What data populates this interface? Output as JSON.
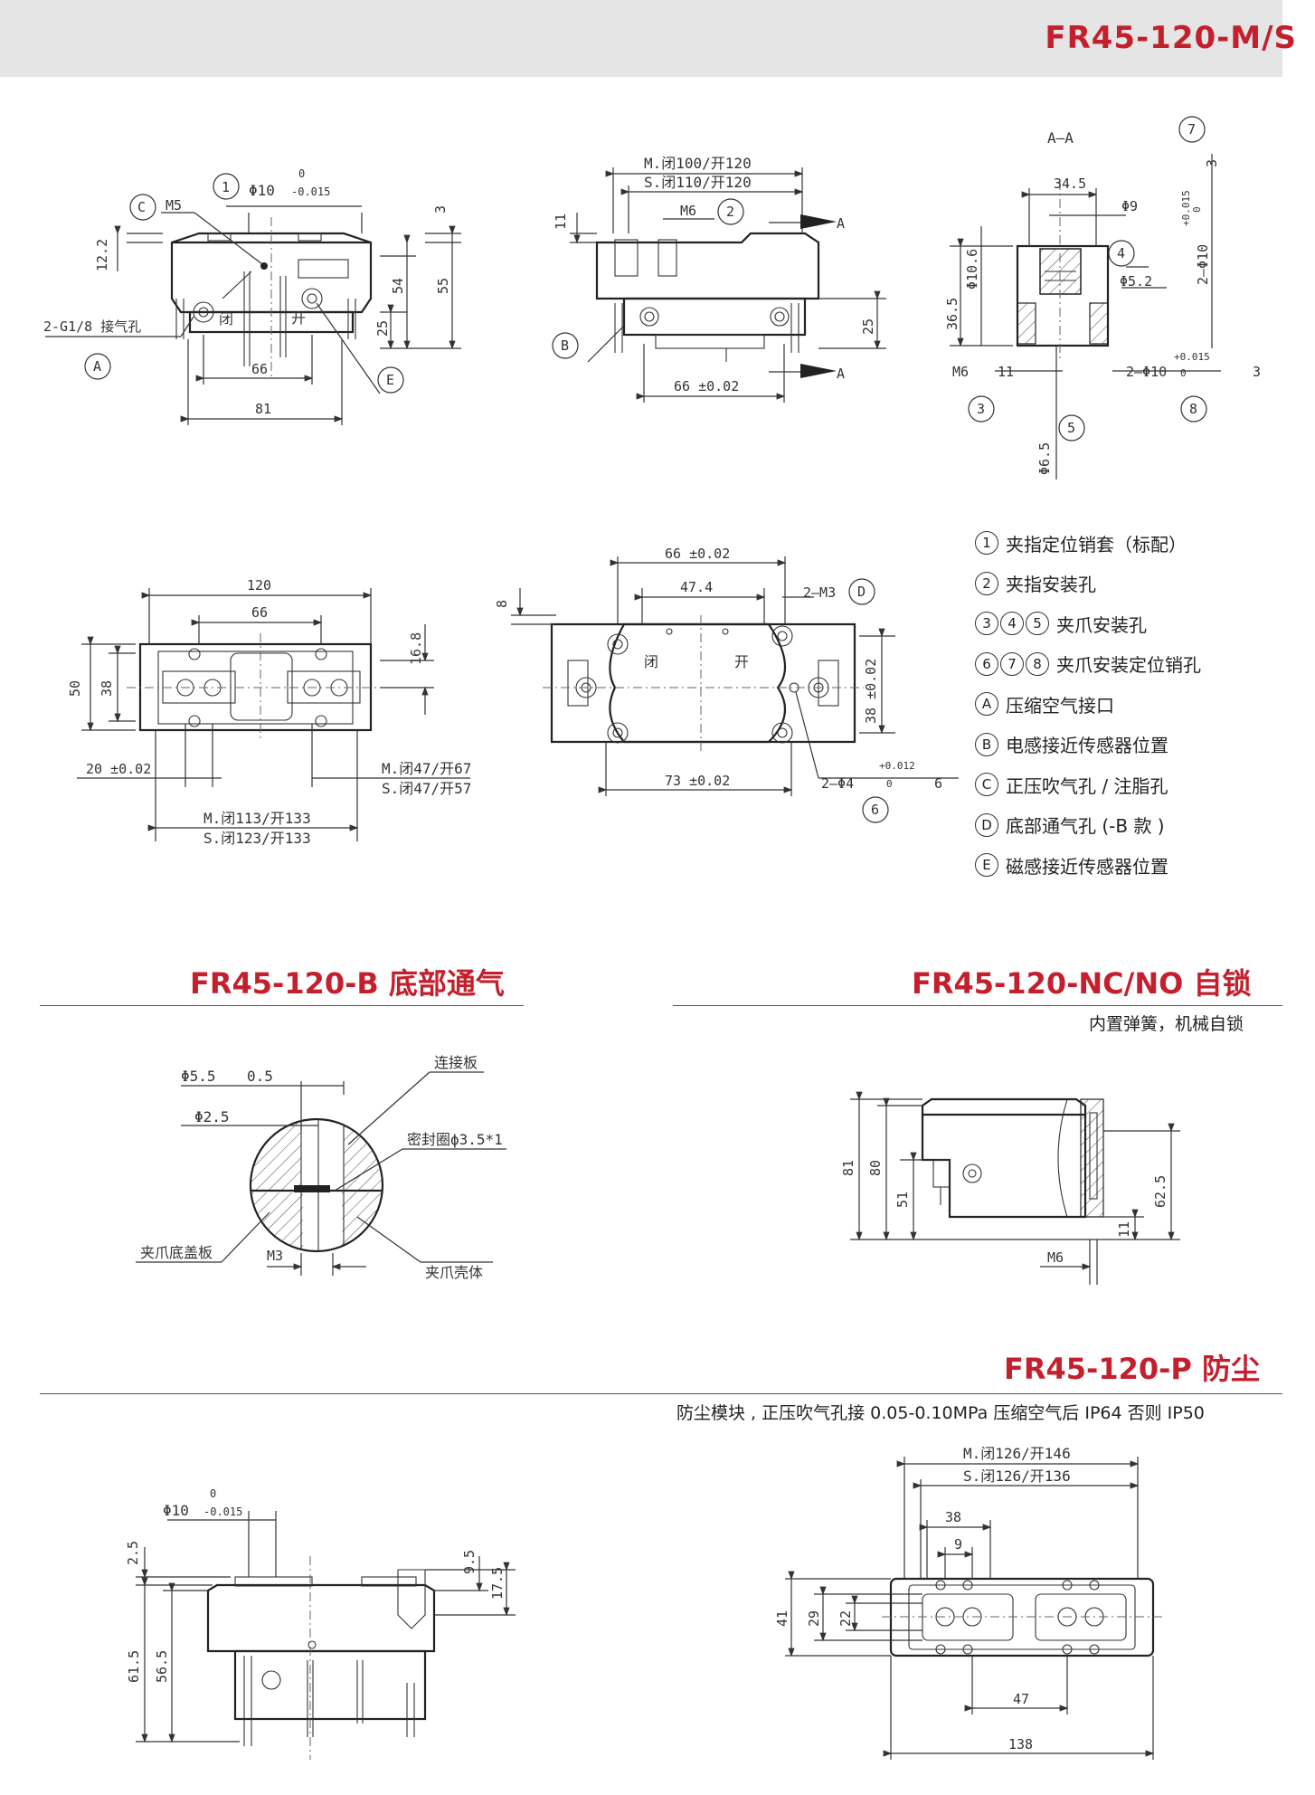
{
  "header": {
    "title": "FR45-120-M/S"
  },
  "legend": [
    {
      "badges": [
        "1"
      ],
      "text": "夹指定位销套（标配）"
    },
    {
      "badges": [
        "2"
      ],
      "text": "夹指安装孔"
    },
    {
      "badges": [
        "3",
        "4",
        "5"
      ],
      "text": "夹爪安装孔"
    },
    {
      "badges": [
        "6",
        "7",
        "8"
      ],
      "text": "夹爪安装定位销孔"
    },
    {
      "badges": [
        "A"
      ],
      "text": "压缩空气接口"
    },
    {
      "badges": [
        "B"
      ],
      "text": "电感接近传感器位置"
    },
    {
      "badges": [
        "C"
      ],
      "text": "正压吹气孔 / 注脂孔"
    },
    {
      "badges": [
        "D"
      ],
      "text": "底部通气孔 (-B 款 )"
    },
    {
      "badges": [
        "E"
      ],
      "text": "磁感接近传感器位置"
    }
  ],
  "sections": {
    "bottom_vent": {
      "title": "FR45-120-B 底部通气"
    },
    "self_lock": {
      "title": "FR45-120-NC/NO 自锁",
      "note": "内置弹簧，机械自锁"
    },
    "dustproof": {
      "title": "FR45-120-P 防尘",
      "note": "防尘模块 , 正压吹气孔接 0.05-0.10MPa 压缩空气后 IP64 否则 IP50"
    }
  },
  "drawings": {
    "front": {
      "labels": {
        "d1": "Φ10",
        "tol_up": "0",
        "tol_dn": "-0.015",
        "m5": "M5",
        "c": "C",
        "one": "1",
        "h12": "12.2",
        "h3": "3",
        "h54": "54",
        "h55": "55",
        "h25": "25",
        "port": "2-G1/8 接气孔",
        "a": "A",
        "w66": "66",
        "w81": "81",
        "e": "E",
        "closed": "闭",
        "open": "开"
      }
    },
    "side": {
      "labels": {
        "m_stroke": "M.闭100/开120",
        "s_stroke": "S.闭110/开120",
        "m6": "M6",
        "two": "2",
        "arrow_a": "A",
        "h11": "11",
        "h25": "25",
        "w66": "66 ±0.02",
        "b": "B"
      }
    },
    "section_aa": {
      "labels": {
        "title": "A—A",
        "w34": "34.5",
        "d9": "Φ9",
        "d106": "Φ10.6",
        "four": "4",
        "d52": "Φ5.2",
        "h365": "36.5",
        "m6": "M6",
        "depth11": "11",
        "seven": "7",
        "depth3": "3",
        "d10": "2—Φ10",
        "tol_up": "+0.015",
        "tol_dn": "0",
        "three": "3",
        "five": "5",
        "eight": "8",
        "d65": "Φ6.5"
      }
    },
    "top": {
      "labels": {
        "w120": "120",
        "w66": "66",
        "h50": "50",
        "h38": "38",
        "h168": "16.8",
        "w20": "20 ±0.02",
        "m_open": "M.闭47/开67",
        "s_open": "S.闭47/开57",
        "m_total": "M.闭113/开133",
        "s_total": "S.闭123/开133"
      }
    },
    "bottom": {
      "labels": {
        "w66": "66 ±0.02",
        "w474": "47.4",
        "m3": "2—M3",
        "d": "D",
        "h8": "8",
        "h38": "38 ±0.02",
        "w73": "73 ±0.02",
        "d4": "2—Φ4",
        "tol_up": "+0.012",
        "tol_dn": "0",
        "depth6": "6",
        "six": "6",
        "closed": "闭",
        "open": "开"
      }
    },
    "vent_detail": {
      "labels": {
        "d55": "Φ5.5",
        "depth05": "0.5",
        "d25": "Φ2.5",
        "plate": "连接板",
        "seal": "密封圈ϕ3.5*1",
        "cover": "夹爪底盖板",
        "m3": "M3",
        "shell": "夹爪壳体"
      }
    },
    "lock": {
      "labels": {
        "h81": "81",
        "h80": "80",
        "h51": "51",
        "h625": "62.5",
        "h11": "11",
        "m6": "M6"
      }
    },
    "dust_front": {
      "labels": {
        "d10": "Φ10",
        "tol_up": "0",
        "tol_dn": "-0.015",
        "h25": "2.5",
        "h95": "9.5",
        "h175": "17.5",
        "h615": "61.5",
        "h565": "56.5"
      }
    },
    "dust_top": {
      "labels": {
        "m_stroke": "M.闭126/开146",
        "s_stroke": "S.闭126/开136",
        "w38": "38",
        "w9": "9",
        "h41": "41",
        "h29": "29",
        "h22": "22",
        "w47": "47",
        "w138": "138"
      }
    }
  }
}
